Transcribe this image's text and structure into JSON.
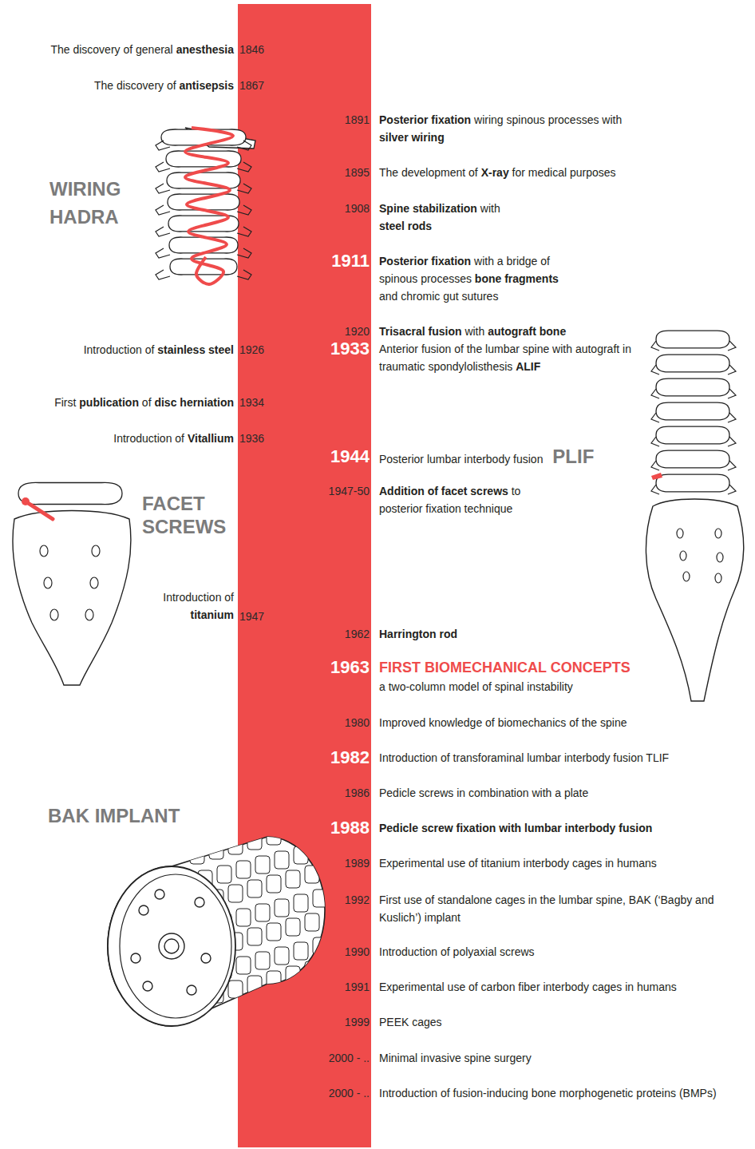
{
  "diagram": {
    "labels": [
      "The discovery of general",
      "anesthesia",
      "1846",
      "The discovery of",
      "antisepsis",
      "1867",
      "1891",
      "Posterior fixation",
      "wiring spinous processes with",
      "silver wiring",
      "WIRING HADRA",
      "1895",
      "The development of",
      "X-ray",
      "for medical purposes",
      "1908",
      "Spine stabilization",
      "with",
      "steel rods",
      "1911",
      "Posterior fixation",
      "with a bridge of spinous processes",
      "bone fragments",
      "and chromic gut sutures",
      "1920",
      "Trisacral fusion",
      "with",
      "autograft bone",
      "Introduction of",
      "stainless steel",
      "1926",
      "1933",
      "Anterior fusion of the lumbar spine with autograft in traumatic spondylolisthesis",
      "ALIF",
      "First",
      "publication",
      "of",
      "disc herniation",
      "1934",
      "Introduction of",
      "Vitallium",
      "1936",
      "1944",
      "Posterior lumbar interbody fusion",
      "PLIF",
      "1947-50",
      "Addition of facet screws",
      "to posterior fixation technique",
      "FACET SCREWS",
      "Introduction of",
      "titanium",
      "1947",
      "1962",
      "Harrington rod",
      "1963",
      "FIRST BIOMECHANICAL CONCEPTS",
      "a two-column model of spinal instability",
      "1980",
      "Improved knowledge of biomechanics of the spine",
      "1982",
      "Introduction of transforaminal lumbar interbody fusion TLIF",
      "1986",
      "Pedicle screws in combination with a plate",
      "BAK IMPLANT",
      "1988",
      "Pedicle screw fixation with lumbar interbody fusion",
      "1989",
      "Experimental use of titanium interbody cages in humans",
      "1992",
      "First use of standalone cages in the lumbar spine, BAK (‘Bagby and Kuslich’) implant",
      "1990",
      "Introduction of polyaxial screws",
      "1991",
      "Experimental use of carbon fiber interbody cages in humans",
      "1999",
      "PEEK cages",
      "2000 - ..",
      "Minimal invasive spine surgery",
      "2000 - ..",
      "Introduction of fusion-inducing bone morphogenetic proteins (BMPs)"
    ]
  }
}
